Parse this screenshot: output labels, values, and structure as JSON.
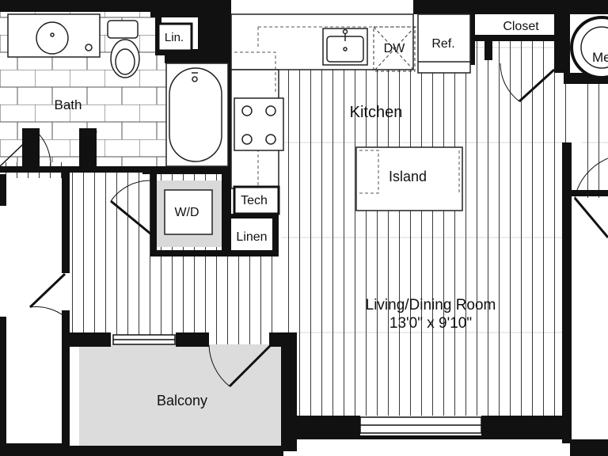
{
  "labels": {
    "bath": "Bath",
    "linen_closet_small": "Lin.",
    "dishwasher": "DW",
    "refrigerator": "Ref.",
    "closet": "Closet",
    "mechanical": "Me",
    "kitchen": "Kitchen",
    "island": "Island",
    "washer_dryer": "W/D",
    "tech": "Tech",
    "linen": "Linen",
    "living_dining": "Living/Dining Room",
    "living_dining_size": "13'0\" x 9'10\"",
    "balcony": "Balcony"
  },
  "colors": {
    "wall": "#111111",
    "floor_line": "#3a3a3a",
    "balcony_fill": "#dcdcdc",
    "wd_fill": "#d9d9d9",
    "fixture_line": "#222222",
    "background": "#ffffff"
  }
}
